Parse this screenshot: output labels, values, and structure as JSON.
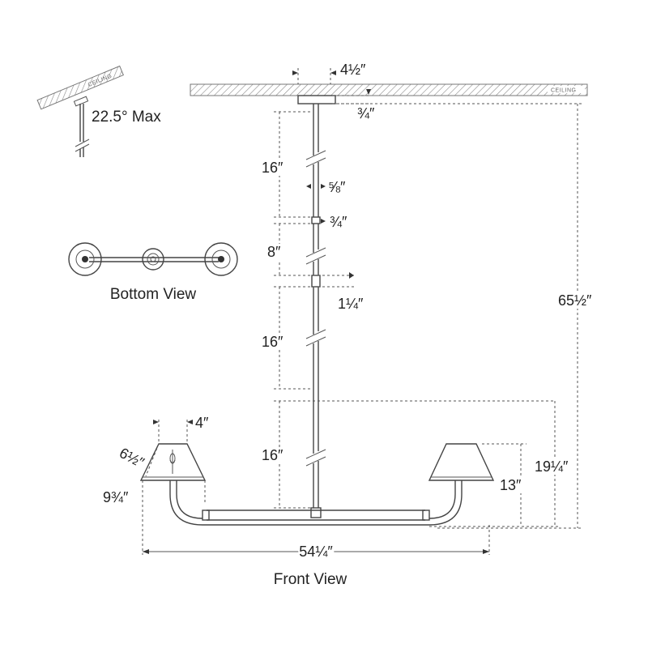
{
  "ceiling_label": "CEILING",
  "slope_label": "22.5° Max",
  "bottom_view_caption": "Bottom View",
  "front_view_caption": "Front View",
  "dimensions": {
    "canopy_width": "4½″",
    "canopy_height": "¾″",
    "stem_1": "16″",
    "stem_diameter": "⅝″",
    "coupler_1": "¾″",
    "stem_2": "8″",
    "coupler_2": "1¼″",
    "stem_3": "16″",
    "stem_4": "16″",
    "overall_height": "65½″",
    "shade_top": "4″",
    "shade_side": "6½″",
    "shade_bottom": "9¾″",
    "fixture_height": "19¼″",
    "arm_height": "13″",
    "overall_width": "54¼″"
  }
}
